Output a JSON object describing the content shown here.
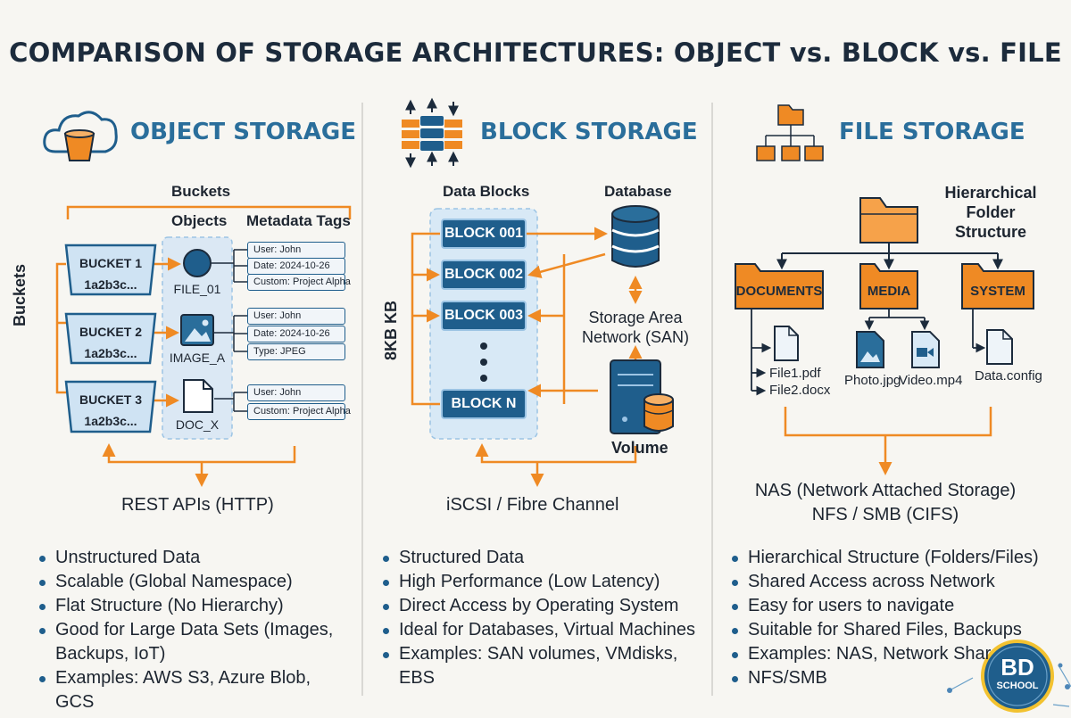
{
  "title": "COMPARISON OF STORAGE ARCHITECTURES: OBJECT vs. BLOCK vs. FILE",
  "object": {
    "heading": "OBJECT STORAGE",
    "buckets_top": "Buckets",
    "buckets_side": "Buckets",
    "objects_label": "Objects",
    "metadata_label": "Metadata Tags",
    "buckets": [
      {
        "name": "BUCKET 1",
        "id": "1a2b3c..."
      },
      {
        "name": "BUCKET 2",
        "id": "1a2b3c..."
      },
      {
        "name": "BUCKET 3",
        "id": "1a2b3c..."
      }
    ],
    "objects": [
      "FILE_01",
      "IMAGE_A",
      "DOC_X"
    ],
    "tags": [
      [
        "User: John",
        "Date: 2024-10-26",
        "Custom: Project Alpha"
      ],
      [
        "User: John",
        "Date: 2024-10-26",
        "Type: JPEG"
      ],
      [
        "User: John",
        "Custom: Project Alpha"
      ]
    ],
    "protocol": "REST APIs (HTTP)",
    "bullets": [
      "Unstructured Data",
      "Scalable (Global Namespace)",
      "Flat Structure (No Hierarchy)",
      "Good for Large Data Sets (Images, Backups, IoT)",
      "Examples: AWS S3, Azure Blob, GCS"
    ]
  },
  "block": {
    "heading": "BLOCK STORAGE",
    "data_blocks_label": "Data Blocks",
    "database_label": "Database",
    "size_label": "8KB KB",
    "blocks": [
      "BLOCK 001",
      "BLOCK 002",
      "BLOCK 003",
      "BLOCK N"
    ],
    "san_label": "Storage Area Network (SAN)",
    "volume_label": "Volume",
    "protocol": "iSCSI / Fibre Channel",
    "bullets": [
      "Structured Data",
      "High Performance (Low Latency)",
      "Direct Access by Operating System",
      "Ideal for Databases, Virtual Machines",
      "Examples: SAN volumes, VMdisks, EBS"
    ]
  },
  "file": {
    "heading": "FILE STORAGE",
    "hier_label": "Hierarchical Folder Structure",
    "folders": [
      "DOCUMENTS",
      "MEDIA",
      "SYSTEM"
    ],
    "files": [
      "File1.pdf",
      "File2.docx",
      "Photo.jpg",
      "Video.mp4",
      "Data.config"
    ],
    "protocol_line1": "NAS (Network Attached Storage)",
    "protocol_line2": "NFS / SMB (CIFS)",
    "bullets": [
      "Hierarchical Structure (Folders/Files)",
      "Shared Access across Network",
      "Easy for users to navigate",
      "Suitable for Shared Files, Backups",
      "Examples: NAS, Network Shar",
      "NFS/SMB"
    ]
  },
  "logo": {
    "line1": "BD",
    "line2": "SCHOOL"
  },
  "colors": {
    "accent_blue": "#2a6e9b",
    "node_blue": "#1f5e8c",
    "accent_orange": "#ef8a24",
    "light_blue": "#d8e9f6"
  }
}
